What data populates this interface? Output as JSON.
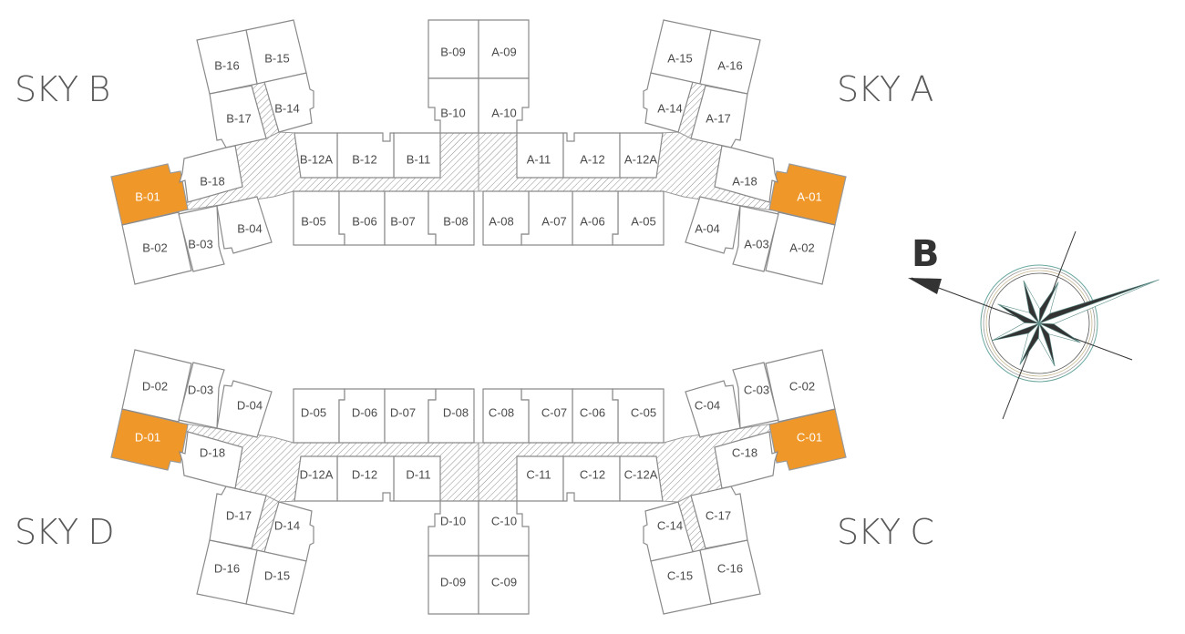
{
  "towers": [
    {
      "id": "sky-b",
      "label": "SKY B"
    },
    {
      "id": "sky-a",
      "label": "SKY A"
    },
    {
      "id": "sky-d",
      "label": "SKY D"
    },
    {
      "id": "sky-c",
      "label": "SKY C"
    }
  ],
  "compass": {
    "direction_letter": "B"
  },
  "highlight_color": "#ef9729",
  "highlighted_units": [
    "B-01",
    "A-01",
    "C-01",
    "D-01"
  ],
  "units": {
    "B": [
      "B-01",
      "B-02",
      "B-03",
      "B-04",
      "B-05",
      "B-06",
      "B-07",
      "B-08",
      "B-09",
      "B-10",
      "B-11",
      "B-12",
      "B-12A",
      "B-14",
      "B-15",
      "B-16",
      "B-17",
      "B-18"
    ],
    "A": [
      "A-01",
      "A-02",
      "A-03",
      "A-04",
      "A-05",
      "A-06",
      "A-07",
      "A-08",
      "A-09",
      "A-10",
      "A-11",
      "A-12",
      "A-12A",
      "A-14",
      "A-15",
      "A-16",
      "A-17",
      "A-18"
    ],
    "D": [
      "D-01",
      "D-02",
      "D-03",
      "D-04",
      "D-05",
      "D-06",
      "D-07",
      "D-08",
      "D-09",
      "D-10",
      "D-11",
      "D-12",
      "D-12A",
      "D-14",
      "D-15",
      "D-16",
      "D-17",
      "D-18"
    ],
    "C": [
      "C-01",
      "C-02",
      "C-03",
      "C-04",
      "C-05",
      "C-06",
      "C-07",
      "C-08",
      "C-09",
      "C-10",
      "C-11",
      "C-12",
      "C-12A",
      "C-14",
      "C-15",
      "C-16",
      "C-17",
      "C-18"
    ]
  }
}
